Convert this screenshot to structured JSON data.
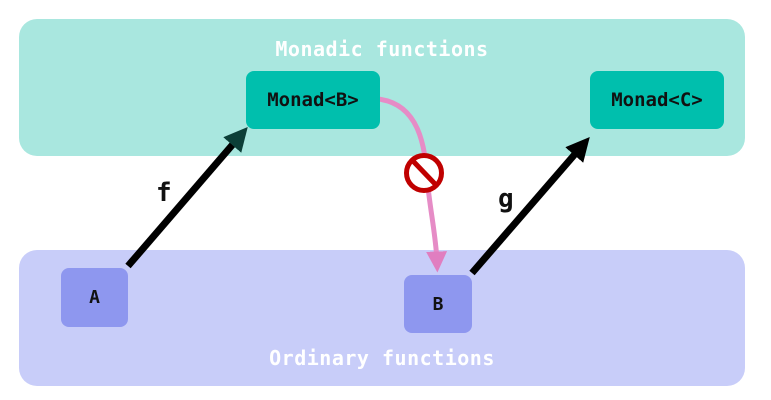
{
  "regions": {
    "monadic": {
      "title": "Monadic functions",
      "color": "#a9e7df"
    },
    "ordinary": {
      "title": "Ordinary functions",
      "color": "#c8cdf9"
    }
  },
  "nodes": {
    "monad_b": {
      "label": "Monad<B>",
      "color": "#00bfad"
    },
    "monad_c": {
      "label": "Monad<C>",
      "color": "#00bfad"
    },
    "a": {
      "label": "A",
      "color": "#8e97ef"
    },
    "b": {
      "label": "B",
      "color": "#8e97ef"
    }
  },
  "arrows": {
    "f": {
      "label": "f",
      "color": "#000000"
    },
    "g": {
      "label": "g",
      "color": "#000000"
    },
    "blocked": {
      "color": "#e68cc6",
      "icon": "no-entry-icon",
      "icon_color": "#c00000"
    }
  }
}
